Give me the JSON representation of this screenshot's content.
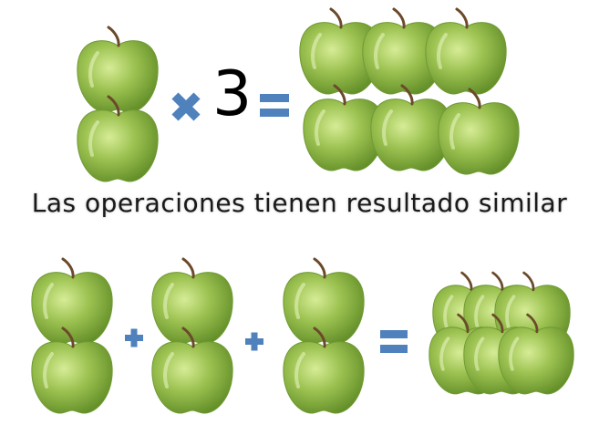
{
  "caption": "Las operaciones tienen resultado similar",
  "multiplication": {
    "group_size": 2,
    "operator": "multiply",
    "factor": "3",
    "result_count": 6
  },
  "addition": {
    "addends": [
      2,
      2,
      2
    ],
    "operator": "plus",
    "result_count": 6
  },
  "colors": {
    "symbol": "#4f81bd",
    "apple": "#9cc251",
    "apple_dark": "#5e8a25",
    "apple_light": "#d6ec96",
    "stem": "#6b4a2b"
  }
}
